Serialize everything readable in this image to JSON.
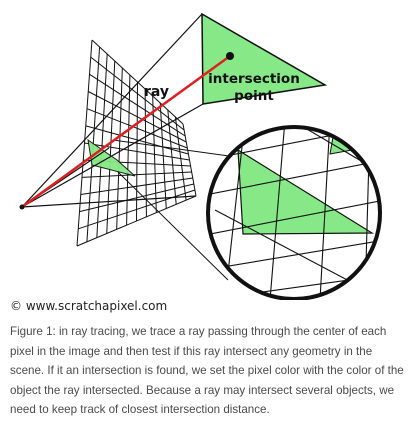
{
  "diagram": {
    "labels": {
      "ray": "ray",
      "intersection_line1": "intersection",
      "intersection_line2": "point"
    },
    "colors": {
      "triangle_fill": "#86e886",
      "ray": "#e02020",
      "lines": "#111111",
      "background": "#ffffff"
    }
  },
  "credit": "© www.scratchapixel.com",
  "caption": "Figure 1: in ray tracing, we trace a ray passing through the center of each pixel in the image and then test if this ray intersect any geometry in the scene. If it an intersection is found, we set the pixel color with the color of the object the ray intersected. Because a ray may intersect several objects, we need to keep track of closest intersection distance."
}
